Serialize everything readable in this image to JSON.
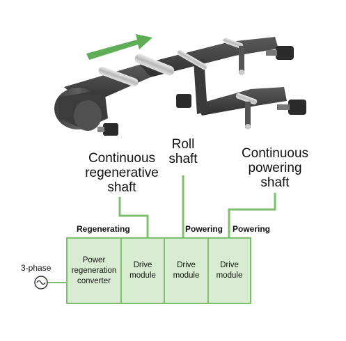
{
  "labels": {
    "regen_shaft": [
      "Continuous",
      "regenerative",
      "shaft"
    ],
    "roll_shaft": [
      "Roll",
      "shaft"
    ],
    "powering_shaft": [
      "Continuous",
      "powering",
      "shaft"
    ]
  },
  "tags": {
    "regenerating": "Regenerating",
    "powering_1": "Powering",
    "powering_2": "Powering"
  },
  "modules": [
    {
      "lines": [
        "Power",
        "regeneration",
        "converter"
      ]
    },
    {
      "lines": [
        "Drive",
        "module"
      ]
    },
    {
      "lines": [
        "Drive",
        "module"
      ]
    },
    {
      "lines": [
        "Drive",
        "module"
      ]
    }
  ],
  "source": {
    "label": "3-phase",
    "icon": "ac-source-icon"
  },
  "colors": {
    "module_fill": "#d8ecd1",
    "module_border": "#7cbf6d",
    "connector": "#7cbf6d",
    "arrow": "#5fae57",
    "belt": "#4a4a4a",
    "roller": "#c9c9c9",
    "motor": "#2b2b2b"
  }
}
